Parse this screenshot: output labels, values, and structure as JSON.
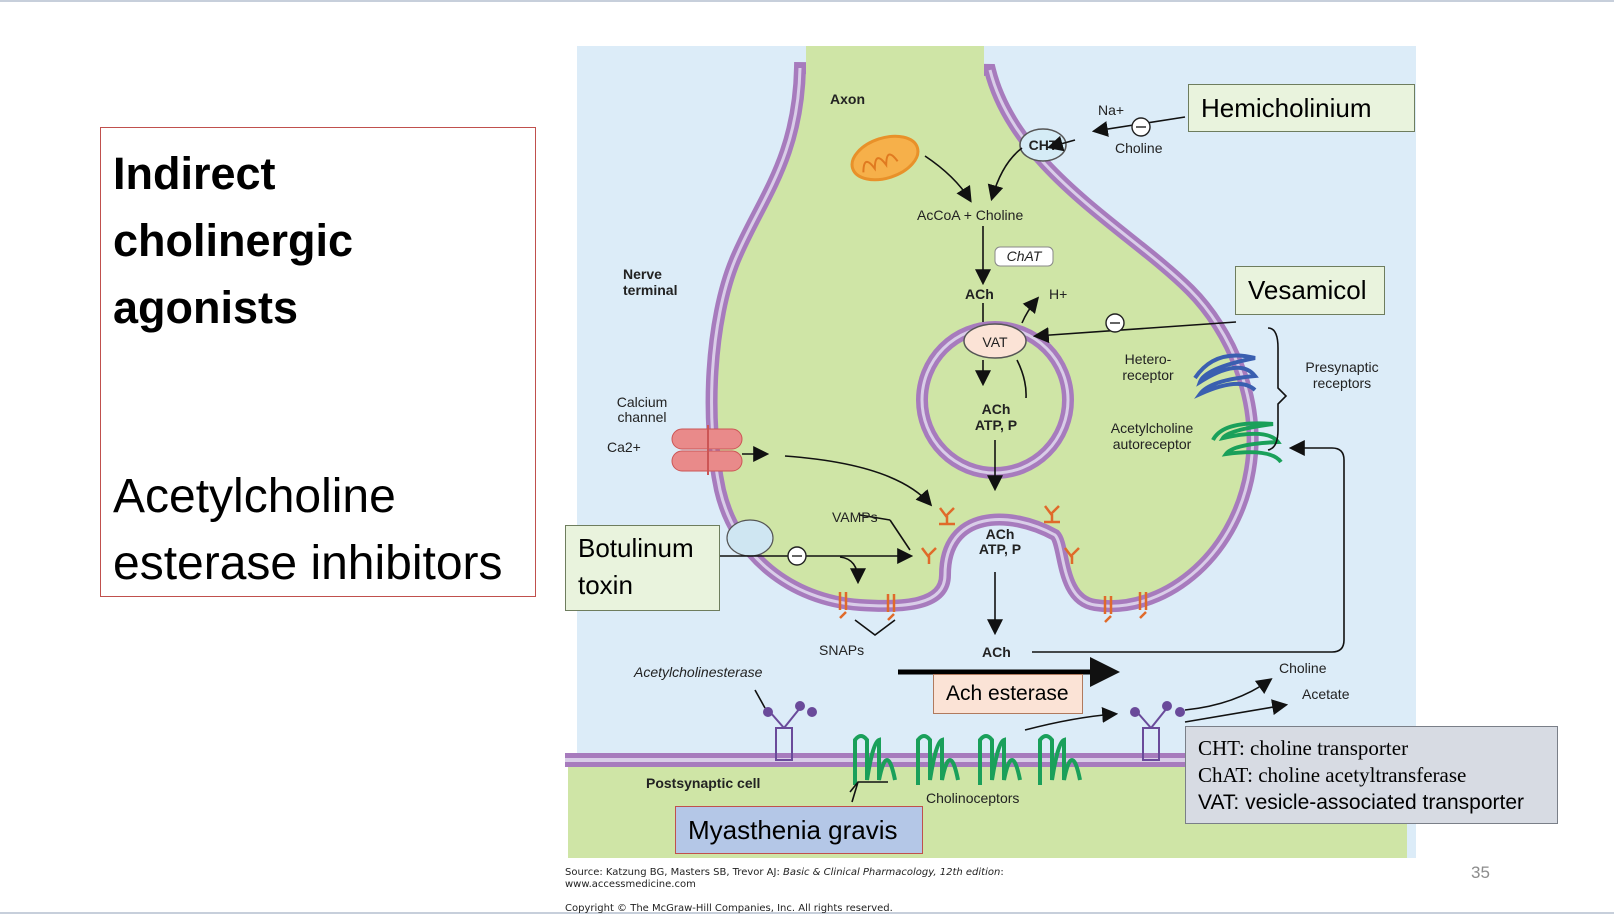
{
  "slide": {
    "title_bold": [
      "Indirect",
      "cholinergic",
      "agonists"
    ],
    "title_sub": [
      "Acetylcholine",
      "esterase inhibitors"
    ],
    "page_number": "35"
  },
  "figure": {
    "labels": {
      "axon": "Axon",
      "na": "Na+",
      "cht": "CHT",
      "choline_in": "Choline",
      "accoa": "AcCoA + Choline",
      "chat": "ChAT",
      "nerve_terminal": [
        "Nerve",
        "terminal"
      ],
      "ach_top": "ACh",
      "h_plus": "H+",
      "vat": "VAT",
      "vesicle_contents": [
        "ACh",
        "ATP, P"
      ],
      "heteroreceptor": [
        "Hetero-",
        "receptor"
      ],
      "presynaptic": [
        "Presynaptic",
        "receptors"
      ],
      "autoreceptor": [
        "Acetylcholine",
        "autoreceptor"
      ],
      "calcium_channel": [
        "Calcium",
        "channel"
      ],
      "ca": "Ca2+",
      "vamps": "VAMPs",
      "fused_contents": [
        "ACh",
        "ATP, P"
      ],
      "snaps": "SNAPs",
      "ach_cleft": "ACh",
      "acetylcholinesterase": "Acetylcholinesterase",
      "choline_out": "Choline",
      "acetate": "Acetate",
      "postsynaptic": "Postsynaptic cell",
      "cholinoceptors": "Cholinoceptors"
    },
    "callouts": {
      "hemicholinium": "Hemicholinium",
      "vesamicol": "Vesamicol",
      "botulinum": [
        "Botulinum",
        "toxin"
      ],
      "ach_esterase": "Ach esterase",
      "myasthenia": "Myasthenia gravis"
    },
    "legend": {
      "line1": "CHT: choline transporter",
      "line2": "ChAT: choline acetyltransferase",
      "line3": "VAT: vesicle-associated transporter"
    },
    "source": {
      "line1_prefix": "Source: Katzung BG, Masters SB, Trevor AJ: ",
      "line1_italic": "Basic & Clinical Pharmacology, 12th edition",
      "line1_suffix": ":",
      "line2": "www.accessmedicine.com",
      "copyright": "Copyright © The McGraw-Hill Companies, Inc. All rights reserved."
    },
    "colors": {
      "background": "#dcecf8",
      "terminal_fill": "#cfe5a6",
      "membrane": "#a77bbd",
      "receptor_green": "#1aa05a",
      "snare_orange": "#e06a2a"
    }
  }
}
